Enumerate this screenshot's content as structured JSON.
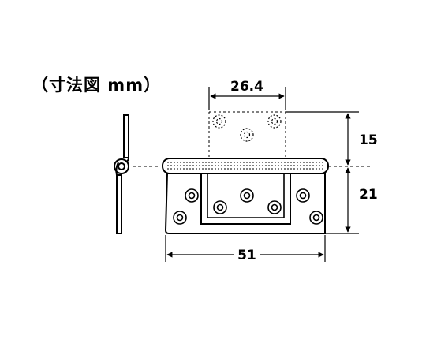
{
  "title": "（寸法図 mm）",
  "dimensions": {
    "hole_spacing": "26.4",
    "upper_leaf_height": "15",
    "lower_leaf_height": "21",
    "total_width": "51"
  }
}
